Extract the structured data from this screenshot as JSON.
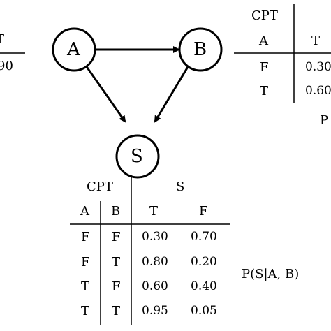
{
  "left_table": {
    "partial_header": "T",
    "partial_value": "90"
  },
  "graph": {
    "nodes": {
      "a": "A",
      "b": "B",
      "s": "S"
    }
  },
  "b_table": {
    "corner": "CPT",
    "col_a": "A",
    "col_t": "T",
    "rows": [
      {
        "a": "F",
        "t": "0.30"
      },
      {
        "a": "T",
        "t": "0.60"
      }
    ],
    "partial_label": "P"
  },
  "s_table": {
    "corner": "CPT",
    "group": "S",
    "headers": [
      "A",
      "B",
      "T",
      "F"
    ],
    "rows": [
      [
        "F",
        "F",
        "0.30",
        "0.70"
      ],
      [
        "F",
        "T",
        "0.80",
        "0.20"
      ],
      [
        "T",
        "F",
        "0.60",
        "0.40"
      ],
      [
        "T",
        "T",
        "0.95",
        "0.05"
      ]
    ],
    "label": "P(S|A, B)"
  }
}
